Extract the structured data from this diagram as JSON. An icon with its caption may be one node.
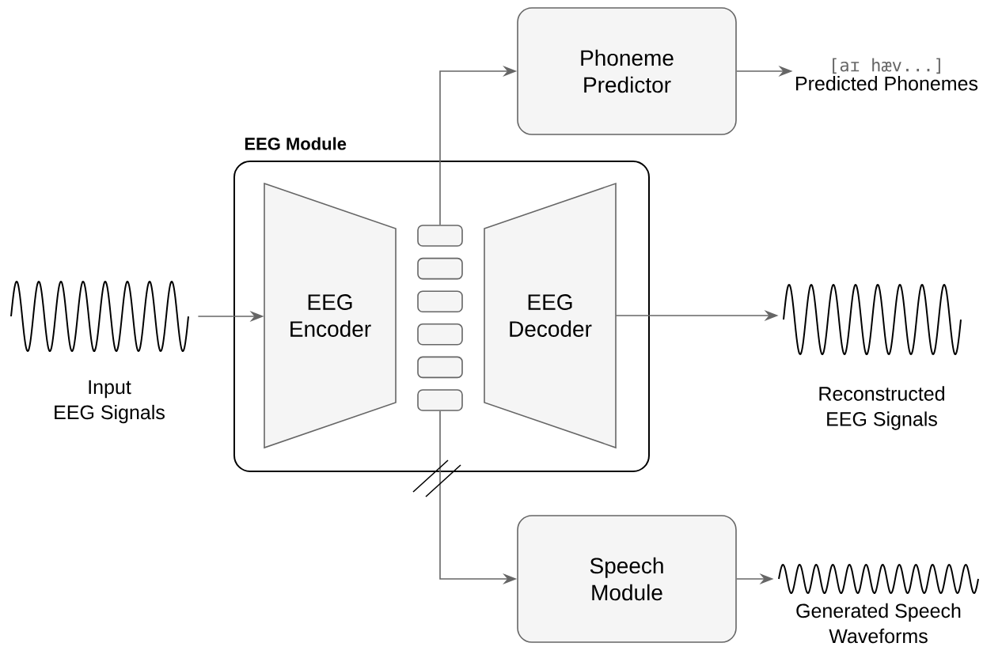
{
  "diagram": {
    "nodes": [
      {
        "text": [
          "EEG Module"
        ]
      },
      {
        "text": [
          "EEG Encoder"
        ],
        "in": 0
      },
      {
        "text": [],
        "shape": "box",
        "in": 0
      },
      {
        "text": [],
        "shape": "box",
        "in": 0
      },
      {
        "text": [],
        "shape": "box",
        "in": 0
      },
      {
        "text": [],
        "shape": "box",
        "in": 0
      },
      {
        "text": [],
        "shape": "box",
        "in": 0
      },
      {
        "text": [],
        "shape": "box",
        "in": 0
      },
      {
        "text": [
          "EEG Decoder"
        ],
        "in": 0
      },
      {
        "text": [
          "Phoneme Predictor"
        ]
      },
      {
        "text": [
          "Speech Module"
        ]
      },
      {
        "text": [],
        "shape": "picture",
        "beside": [
          "Input EEG Signals"
        ]
      },
      {
        "text": [],
        "shape": "picture",
        "beside": [
          "Reconstructed EEG Signals"
        ]
      },
      {
        "text": [
          "[aɪ hæv...]",
          "Predicted Phonemes"
        ]
      },
      {
        "text": [],
        "shape": "picture",
        "beside": [
          "Generated Speech Waveforms"
        ]
      }
    ],
    "edges": [
      {
        "from": 11,
        "to": 1,
        "arrow": "to"
      },
      {
        "from": 8,
        "to": 12,
        "arrow": "to"
      },
      {
        "from": 2,
        "to": 9,
        "arrow": "to"
      },
      {
        "from": 7,
        "to": 10,
        "arrow": "to"
      },
      {
        "from": 9,
        "to": 13,
        "arrow": "to"
      },
      {
        "from": 10,
        "to": 14,
        "arrow": "to"
      }
    ]
  }
}
